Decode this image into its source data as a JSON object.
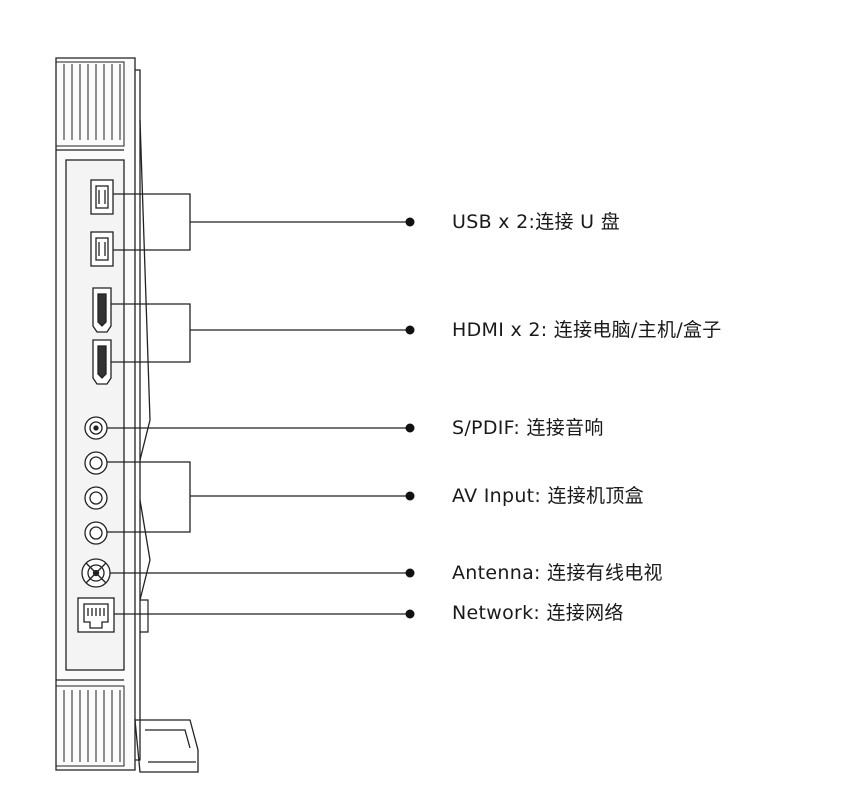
{
  "port_labels": {
    "usb": "USB x 2:连接 U 盘",
    "hdmi": "HDMI x 2: 连接电脑/主机/盒子",
    "spdif": "S/PDIF: 连接音响",
    "av": "AV Input: 连接机顶盒",
    "antenna": "Antenna: 连接有线电视",
    "network": "Network: 连接网络"
  },
  "colors": {
    "line": "#222222",
    "panel": "#f4f4f4",
    "background": "#ffffff"
  },
  "icons": [
    "usb-port-icon",
    "hdmi-port-icon",
    "rca-jack-icon",
    "coax-connector-icon",
    "ethernet-port-icon",
    "callout-dot-icon"
  ]
}
